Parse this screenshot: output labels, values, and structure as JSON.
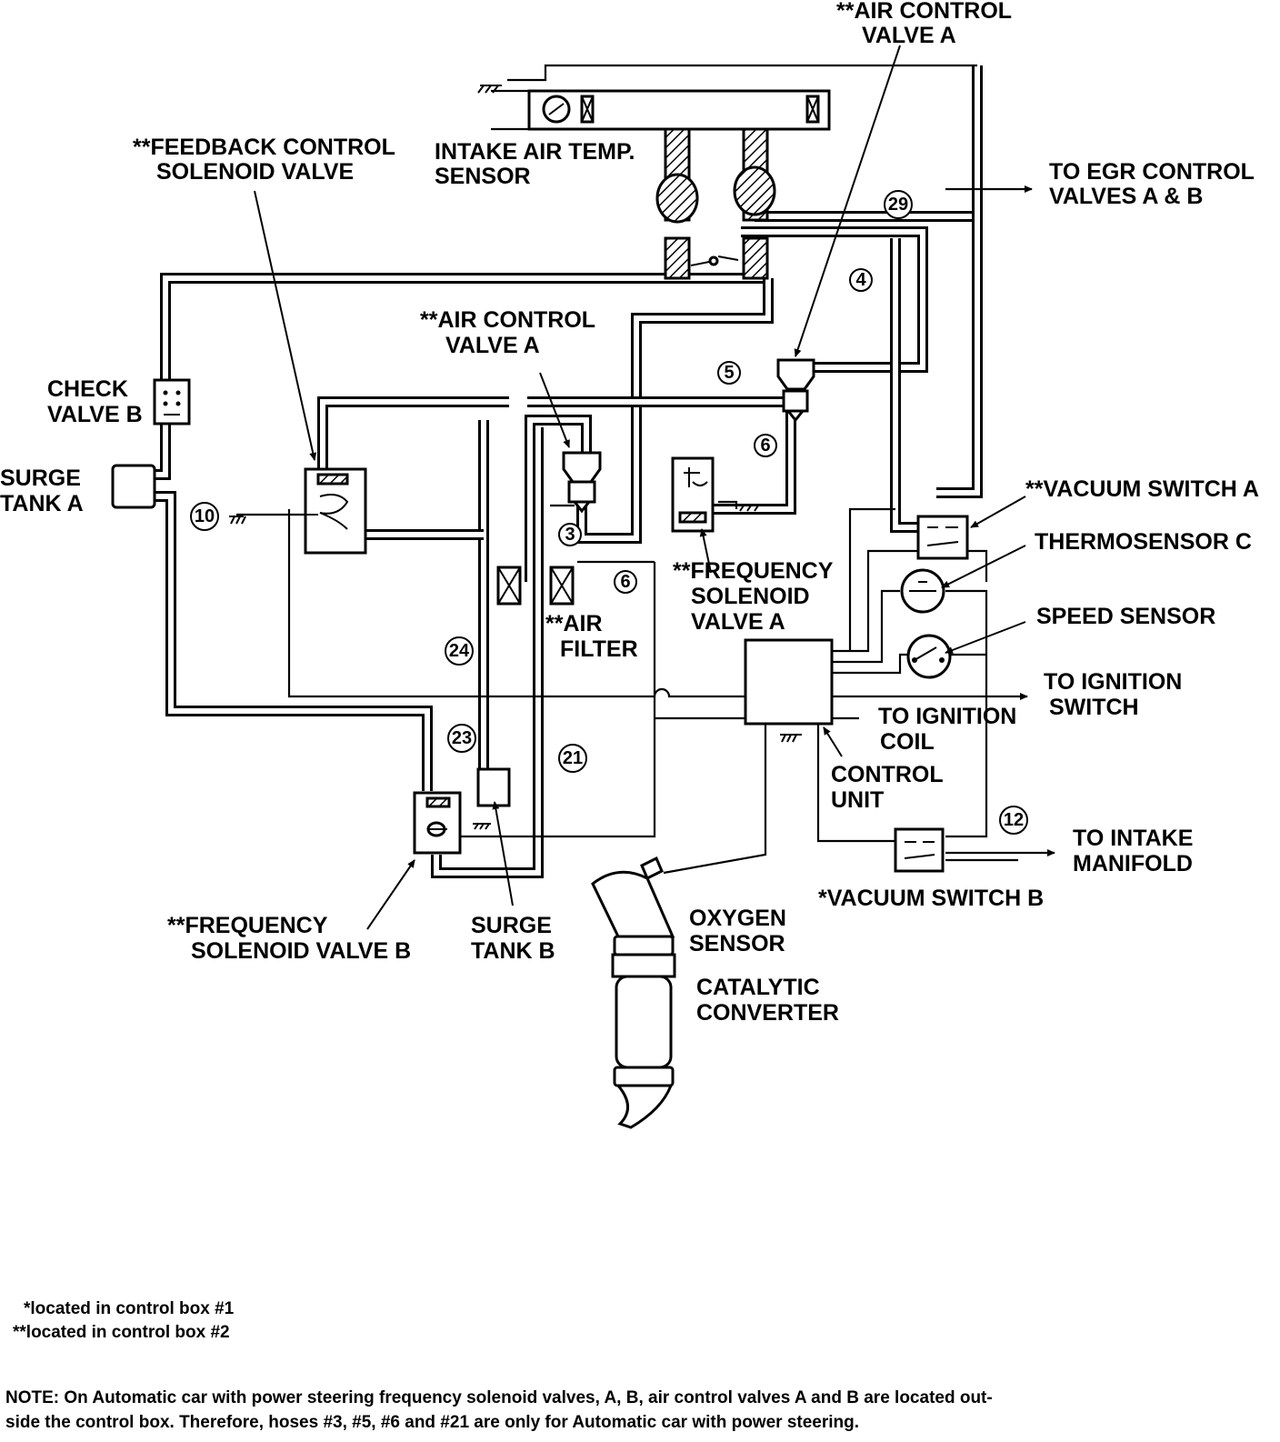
{
  "labels": {
    "air_control_valve_a_top": [
      "**AIR CONTROL",
      "VALVE A"
    ],
    "intake_air_temp_sensor": [
      "INTAKE AIR TEMP.",
      "SENSOR"
    ],
    "feedback_control_solenoid_valve": [
      "**FEEDBACK CONTROL",
      "SOLENOID VALVE"
    ],
    "to_egr_control_valves": [
      "TO EGR CONTROL",
      "VALVES A & B"
    ],
    "air_control_valve_a_mid": [
      "**AIR CONTROL",
      "VALVE A"
    ],
    "check_valve_b": [
      "CHECK",
      "VALVE B"
    ],
    "surge_tank_a": [
      "SURGE",
      "TANK A"
    ],
    "vacuum_switch_a": [
      "**VACUUM SWITCH A"
    ],
    "thermosensor_c": [
      "THERMOSENSOR C"
    ],
    "frequency_solenoid_valve_a": [
      "**FREQUENCY",
      "SOLENOID",
      "VALVE A"
    ],
    "speed_sensor": [
      "SPEED SENSOR"
    ],
    "air_filter": [
      "**AIR",
      "FILTER"
    ],
    "to_ignition_switch": [
      "TO IGNITION",
      "SWITCH"
    ],
    "to_ignition_coil": [
      "TO IGNITION",
      "COIL"
    ],
    "control_unit": [
      "CONTROL",
      "UNIT"
    ],
    "to_intake_manifold": [
      "TO INTAKE",
      "MANIFOLD"
    ],
    "vacuum_switch_b": [
      "*VACUUM SWITCH B"
    ],
    "frequency_solenoid_valve_b": [
      "**FREQUENCY",
      "SOLENOID VALVE B"
    ],
    "surge_tank_b": [
      "SURGE",
      "TANK B"
    ],
    "oxygen_sensor": [
      "OXYGEN",
      "SENSOR"
    ],
    "catalytic_converter": [
      "CATALYTIC",
      "CONVERTER"
    ]
  },
  "hose_numbers": {
    "h29": "29",
    "h4": "4",
    "h5": "5",
    "h6a": "6",
    "h6b": "6",
    "h10": "10",
    "h3": "3",
    "h24": "24",
    "h23": "23",
    "h21": "21",
    "h12": "12"
  },
  "footnotes": {
    "single": "*located in control box #1",
    "double": "**located in control box #2"
  },
  "note": [
    "NOTE:  On Automatic car with power steering frequency solenoid valves, A, B, air control  valves A and B are located out-",
    "side the control box. Therefore, hoses #3, #5, #6 and #21 are only for Automatic car with  power steering."
  ]
}
